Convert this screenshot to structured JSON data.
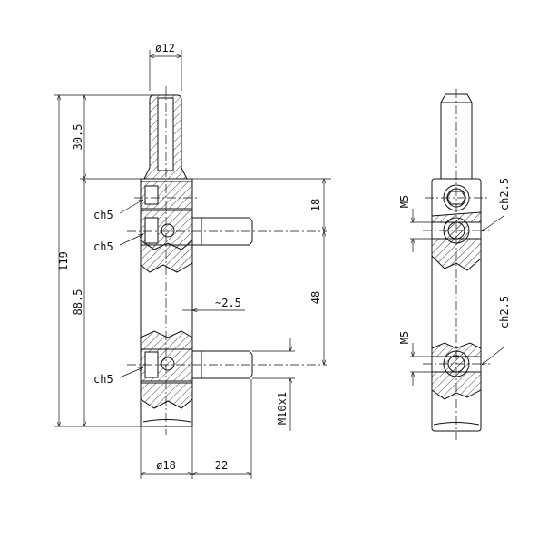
{
  "drawing": {
    "front_view": {
      "dimensions": {
        "pin_diameter": "ø12",
        "pin_length": "30.5",
        "overall_length": "119",
        "body_length": "88.5",
        "top_to_first_bolt": "18",
        "bolt_spacing": "48",
        "gap": "~2.5",
        "thread": "M10x1",
        "body_diameter": "ø18",
        "bolt_length": "22"
      },
      "callouts": [
        "ch5",
        "ch5",
        "ch5"
      ]
    },
    "side_view": {
      "thread_labels": [
        "M5",
        "M5"
      ],
      "callouts": [
        "ch2.5",
        "ch2.5"
      ]
    }
  }
}
